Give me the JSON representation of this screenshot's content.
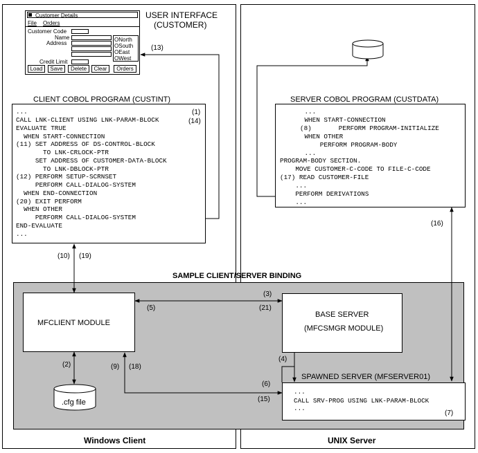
{
  "sections": {
    "windows_client": "Windows Client",
    "unix_server": "UNIX Server",
    "binding_title": "SAMPLE CLIENT/SERVER BINDING"
  },
  "user_interface": {
    "title_line1": "USER INTERFACE",
    "title_line2": "(CUSTOMER)",
    "window": {
      "title": "Customer Details",
      "menu": [
        "File",
        "Orders"
      ],
      "labels": {
        "customer_code": "Customer Code",
        "name": "Name",
        "address": "Address",
        "credit_limit": "Credit Limit"
      },
      "radios": [
        "North",
        "South",
        "East",
        "West"
      ],
      "buttons": [
        "Load",
        "Save",
        "Delete",
        "Clear",
        "Orders"
      ]
    }
  },
  "client_program": {
    "title": "CLIENT COBOL PROGRAM (CUSTINT)",
    "lines": [
      "...",
      "CALL LNK-CLIENT USING LNK-PARAM-BLOCK",
      "EVALUATE TRUE",
      "  WHEN START-CONNECTION",
      "(11) SET ADDRESS OF DS-CONTROL-BLOCK",
      "       TO LNK-CRLOCK-PTR",
      "     SET ADDRESS OF CUSTOMER-DATA-BLOCK",
      "       TO LNK-DBLOCK-PTR",
      "(12) PERFORM SETUP-SCRNSET",
      "     PERFORM CALL-DIALOG-SYSTEM",
      "  WHEN END-CONNECTION",
      "(20) EXIT PERFORM",
      "  WHEN OTHER",
      "     PERFORM CALL-DIALOG-SYSTEM",
      "END-EVALUATE",
      "..."
    ],
    "step_a": "(1)",
    "step_b": "(14)"
  },
  "server_program": {
    "title": "SERVER COBOL PROGRAM (CUSTDATA)",
    "lines": [
      "      ...",
      "      WHEN START-CONNECTION",
      "(8)       PERFORM PROGRAM-INITIALIZE",
      "      WHEN OTHER",
      "          PERFORM PROGRAM-BODY",
      "      ...",
      "PROGRAM-BODY SECTION.",
      "    MOVE CUSTOMER-C-CODE TO FILE-C-CODE",
      "(17) READ CUSTOMER-FILE",
      "    ...",
      "    PERFORM DERIVATIONS",
      "    ..."
    ]
  },
  "modules": {
    "mfclient": "MFCLIENT MODULE",
    "base_server_line1": "BASE SERVER",
    "base_server_line2": "(MFCSMGR MODULE)",
    "spawned_title": "SPAWNED SERVER (MFSERVER01)",
    "spawned_lines": [
      "...",
      "CALL SRV-PROG USING LNK-PARAM-BLOCK",
      "..."
    ],
    "spawned_step": "(7)",
    "cfg_file": ".cfg file"
  },
  "steps": {
    "s13": "(13)",
    "s10": "(10)",
    "s19": "(19)",
    "s3": "(3)",
    "s21": "(21)",
    "s5": "(5)",
    "s2": "(2)",
    "s9": "(9)",
    "s18": "(18)",
    "s4": "(4)",
    "s6": "(6)",
    "s15": "(15)",
    "s16": "(16)"
  }
}
